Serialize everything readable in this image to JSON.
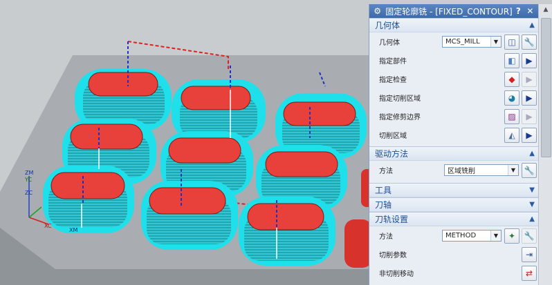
{
  "dialog": {
    "title": "固定轮廓铣 - [FIXED_CONTOUR]",
    "help": "?",
    "close": "✕",
    "gear": "⚙"
  },
  "geometry": {
    "header": "几何体",
    "geometry_label": "几何体",
    "geometry_value": "MCS_MILL",
    "specify_part": "指定部件",
    "specify_check": "指定检查",
    "specify_cut_area": "指定切削区域",
    "specify_trim": "指定修剪边界",
    "cut_region": "切削区域"
  },
  "drive": {
    "header": "驱动方法",
    "method_label": "方法",
    "method_value": "区域铣削"
  },
  "tool": {
    "header": "工具"
  },
  "axis": {
    "header": "刀轴"
  },
  "path": {
    "header": "刀轨设置",
    "method_label": "方法",
    "method_value": "METHOD",
    "cut_params": "切削参数",
    "non_cut_moves": "非切削移动"
  },
  "triad": {
    "zm": "ZM",
    "zc": "ZC",
    "yc": "YC",
    "xc": "XC",
    "xm": "XM"
  },
  "colors": {
    "accent": "#1d4f94",
    "pocket_top": "#e8403a",
    "toolpath": "#1fd6e0"
  }
}
